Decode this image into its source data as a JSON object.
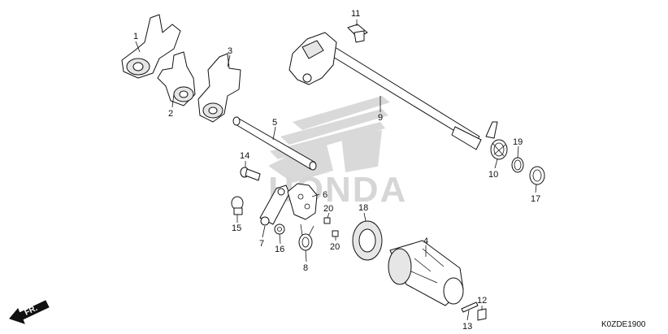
{
  "parts": [
    {
      "id": "1",
      "label": "1"
    },
    {
      "id": "2",
      "label": "2"
    },
    {
      "id": "3",
      "label": "3"
    },
    {
      "id": "4",
      "label": "4"
    },
    {
      "id": "5",
      "label": "5"
    },
    {
      "id": "6",
      "label": "6"
    },
    {
      "id": "7",
      "label": "7"
    },
    {
      "id": "8",
      "label": "8"
    },
    {
      "id": "9",
      "label": "9"
    },
    {
      "id": "10",
      "label": "10"
    },
    {
      "id": "11",
      "label": "11"
    },
    {
      "id": "12",
      "label": "12"
    },
    {
      "id": "13",
      "label": "13"
    },
    {
      "id": "14",
      "label": "14"
    },
    {
      "id": "15",
      "label": "15"
    },
    {
      "id": "16",
      "label": "16"
    },
    {
      "id": "17",
      "label": "17"
    },
    {
      "id": "18",
      "label": "18"
    },
    {
      "id": "19",
      "label": "19"
    },
    {
      "id": "20a",
      "label": "20"
    },
    {
      "id": "20b",
      "label": "20"
    }
  ],
  "diagram_code": "K0ZDE1900",
  "direction_arrow": {
    "label": "FR."
  },
  "watermark": {
    "brand": "HONDA",
    "icon": "honda-wing-logo"
  },
  "colors": {
    "ink": "#111111",
    "watermark": "#d6d6d6",
    "background": "#ffffff"
  }
}
